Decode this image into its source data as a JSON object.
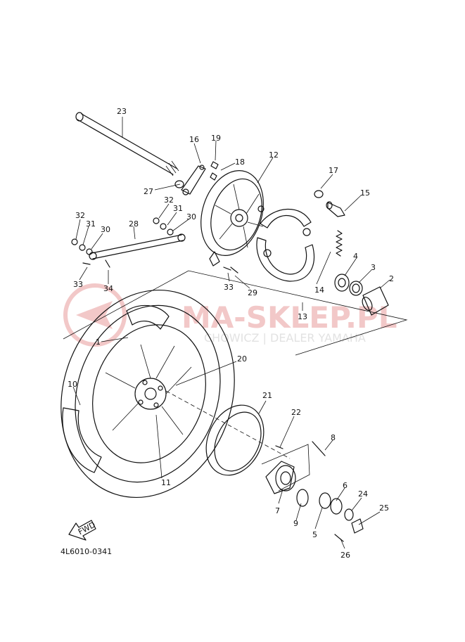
{
  "diagram": {
    "reference_code": "4L6010-0341",
    "direction_label": "FWD",
    "watermark": {
      "main": "MA-SKLEP.PL",
      "sub": "CHOWICZ | DEALER YAMAHA"
    },
    "colors": {
      "line": "#111111",
      "watermark_red": "#f2c8c8",
      "watermark_gray": "#e2e2e2"
    },
    "callouts": [
      "1",
      "2",
      "3",
      "4",
      "5",
      "6",
      "7",
      "8",
      "9",
      "10",
      "11",
      "12",
      "13",
      "14",
      "15",
      "16",
      "17",
      "18",
      "19",
      "20",
      "21",
      "22",
      "23",
      "24",
      "25",
      "26",
      "27",
      "28",
      "29",
      "30",
      "31",
      "32",
      "33",
      "33",
      "34"
    ]
  }
}
